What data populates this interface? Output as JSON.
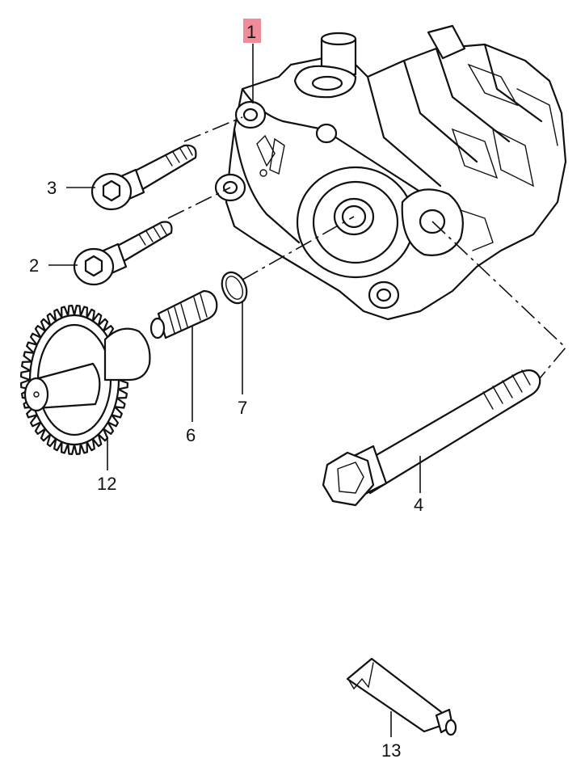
{
  "diagram": {
    "callouts": [
      {
        "id": "p1",
        "label": "1",
        "highlight": true
      },
      {
        "id": "p2",
        "label": "2"
      },
      {
        "id": "p3",
        "label": "3"
      },
      {
        "id": "p4",
        "label": "4"
      },
      {
        "id": "p6",
        "label": "6"
      },
      {
        "id": "p7",
        "label": "7"
      },
      {
        "id": "p12",
        "label": "12"
      },
      {
        "id": "p13",
        "label": "13"
      }
    ],
    "highlight_color": "#f08c9a"
  }
}
